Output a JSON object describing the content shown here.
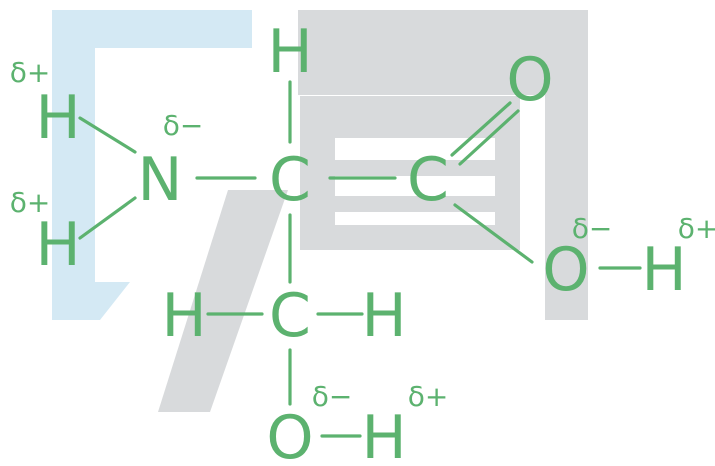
{
  "colors": {
    "structure": "#5cb26f",
    "watermark_light_blue": "#d4e9f4",
    "watermark_gray": "#d8dadc",
    "background": "#ffffff"
  },
  "molecule": {
    "atoms": [
      {
        "id": "c_alpha",
        "symbol": "C"
      },
      {
        "id": "c_carboxyl",
        "symbol": "C"
      },
      {
        "id": "o_double",
        "symbol": "O"
      },
      {
        "id": "o_hydroxyl",
        "symbol": "O"
      },
      {
        "id": "h_hydroxyl",
        "symbol": "H"
      },
      {
        "id": "h_alpha",
        "symbol": "H"
      },
      {
        "id": "n_amino",
        "symbol": "N"
      },
      {
        "id": "h_amino_top",
        "symbol": "H"
      },
      {
        "id": "h_amino_bottom",
        "symbol": "H"
      },
      {
        "id": "c_beta",
        "symbol": "C"
      },
      {
        "id": "h_beta_left",
        "symbol": "H"
      },
      {
        "id": "h_beta_right",
        "symbol": "H"
      },
      {
        "id": "o_side",
        "symbol": "O"
      },
      {
        "id": "h_side",
        "symbol": "H"
      }
    ],
    "charges": [
      {
        "id": "delta_n",
        "label": "δ−"
      },
      {
        "id": "delta_h_amino_top",
        "label": "δ+"
      },
      {
        "id": "delta_h_amino_bottom",
        "label": "δ+"
      },
      {
        "id": "delta_o_hydroxyl",
        "label": "δ−"
      },
      {
        "id": "delta_h_hydroxyl",
        "label": "δ+"
      },
      {
        "id": "delta_o_side",
        "label": "δ−"
      },
      {
        "id": "delta_h_side",
        "label": "δ+"
      }
    ]
  }
}
